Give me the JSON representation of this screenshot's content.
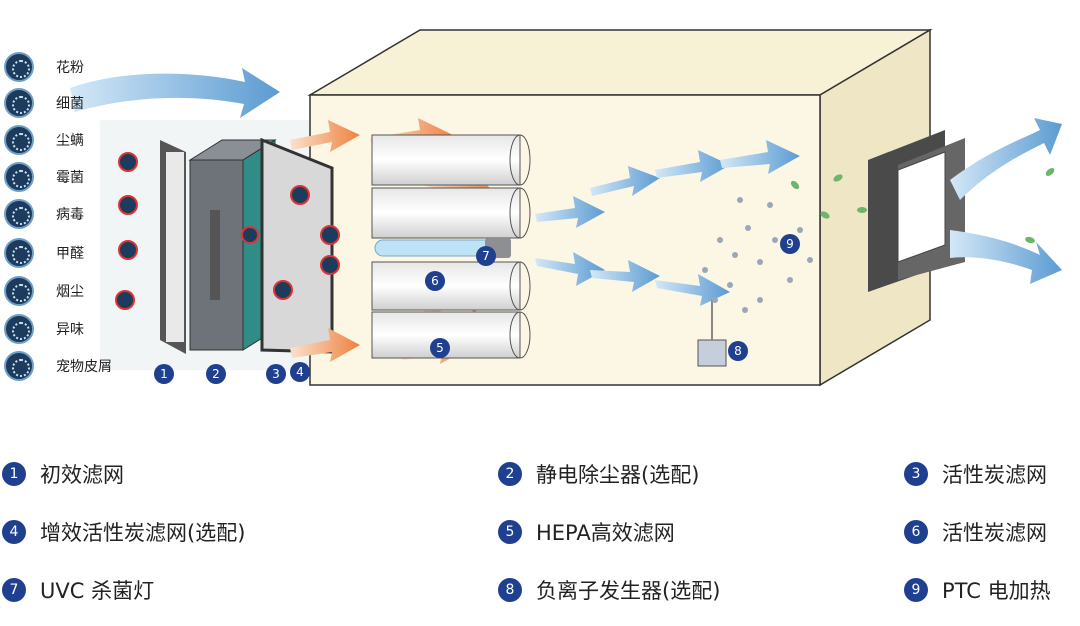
{
  "contaminants": [
    {
      "label": "花粉",
      "icon": "pollen-icon"
    },
    {
      "label": "细菌",
      "icon": "bacteria-icon"
    },
    {
      "label": "尘螨",
      "icon": "dust-mite-icon"
    },
    {
      "label": "霉菌",
      "icon": "mold-icon"
    },
    {
      "label": "病毒",
      "icon": "virus-icon"
    },
    {
      "label": "甲醛",
      "icon": "formaldehyde-icon"
    },
    {
      "label": "烟尘",
      "icon": "smoke-icon"
    },
    {
      "label": "异味",
      "icon": "odor-icon"
    },
    {
      "label": "宠物皮屑",
      "icon": "pet-dander-icon"
    }
  ],
  "stage_markers": [
    "1",
    "2",
    "3",
    "4",
    "5",
    "6",
    "7",
    "8",
    "9"
  ],
  "legend": [
    {
      "num": "1",
      "text": "初效滤网"
    },
    {
      "num": "2",
      "text": "静电除尘器(选配)"
    },
    {
      "num": "3",
      "text": "活性炭滤网"
    },
    {
      "num": "4",
      "text": "增效活性炭滤网(选配)"
    },
    {
      "num": "5",
      "text": "HEPA高效滤网"
    },
    {
      "num": "6",
      "text": "活性炭滤网"
    },
    {
      "num": "7",
      "text": "UVC 杀菌灯"
    },
    {
      "num": "8",
      "text": "负离子发生器(选配)"
    },
    {
      "num": "9",
      "text": "PTC 电加热"
    }
  ],
  "colors": {
    "marker": "#1f3f8f",
    "airflow_in": "#6fa8d8",
    "airflow_hot": "#f08a4b",
    "box_face": "#fbf7e4"
  }
}
